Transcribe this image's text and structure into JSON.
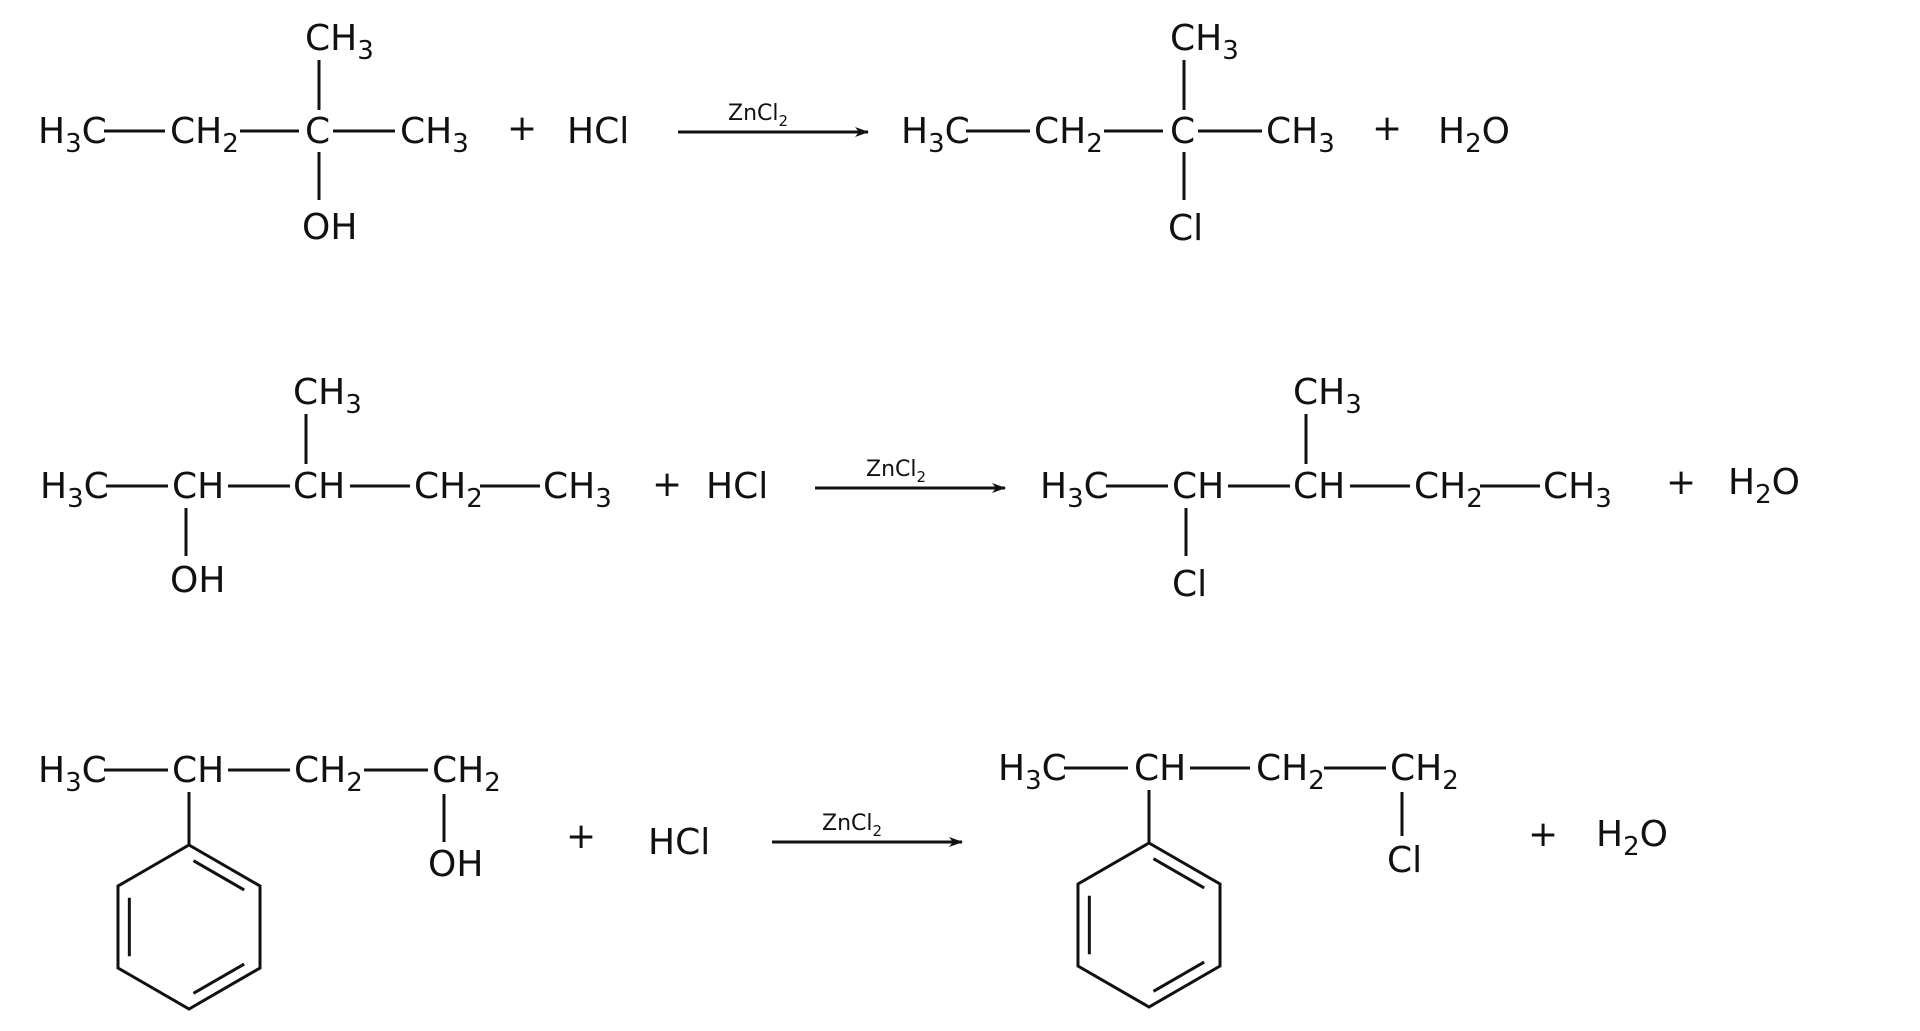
{
  "reactions": [
    {
      "reactant": {
        "atoms": [
          [
            "H",
            "3",
            "C"
          ],
          [
            "CH",
            "2",
            ""
          ],
          [
            "C",
            "",
            ""
          ],
          [
            "CH",
            "3",
            ""
          ],
          [
            "CH",
            "3",
            ""
          ],
          [
            "OH",
            "",
            ""
          ]
        ]
      },
      "plus1": "+",
      "reagent": "HCl",
      "catalyst": [
        "ZnCl",
        "2"
      ],
      "product": {
        "atoms": [
          [
            "H",
            "3",
            "C"
          ],
          [
            "CH",
            "2",
            ""
          ],
          [
            "C",
            "",
            ""
          ],
          [
            "CH",
            "3",
            ""
          ],
          [
            "CH",
            "3",
            ""
          ],
          [
            "Cl",
            "",
            ""
          ]
        ]
      },
      "plus2": "+",
      "byproduct": [
        "H",
        "2",
        "O"
      ]
    },
    {
      "reactant": {
        "atoms": [
          [
            "H",
            "3",
            "C"
          ],
          [
            "CH",
            "",
            ""
          ],
          [
            "CH",
            "",
            ""
          ],
          [
            "CH",
            "2",
            ""
          ],
          [
            "CH",
            "3",
            ""
          ],
          [
            "OH",
            "",
            ""
          ],
          [
            "CH",
            "3",
            ""
          ]
        ]
      },
      "plus1": "+",
      "reagent": "HCl",
      "catalyst": [
        "ZnCl",
        "2"
      ],
      "product": {
        "atoms": [
          [
            "H",
            "3",
            "C"
          ],
          [
            "CH",
            "",
            ""
          ],
          [
            "CH",
            "",
            ""
          ],
          [
            "CH",
            "2",
            ""
          ],
          [
            "CH",
            "3",
            ""
          ],
          [
            "Cl",
            "",
            ""
          ],
          [
            "CH",
            "3",
            ""
          ]
        ]
      },
      "plus2": "+",
      "byproduct": [
        "H",
        "2",
        "O"
      ]
    },
    {
      "reactant": {
        "atoms": [
          [
            "H",
            "3",
            "C"
          ],
          [
            "CH",
            "",
            ""
          ],
          [
            "CH",
            "2",
            ""
          ],
          [
            "CH",
            "2",
            ""
          ],
          [
            "OH",
            "",
            ""
          ]
        ]
      },
      "plus1": "+",
      "reagent": "HCl",
      "catalyst": [
        "ZnCl",
        "2"
      ],
      "product": {
        "atoms": [
          [
            "H",
            "3",
            "C"
          ],
          [
            "CH",
            "",
            ""
          ],
          [
            "CH",
            "2",
            ""
          ],
          [
            "CH",
            "2",
            ""
          ],
          [
            "Cl",
            "",
            ""
          ]
        ]
      },
      "plus2": "+",
      "byproduct": [
        "H",
        "2",
        "O"
      ]
    }
  ]
}
